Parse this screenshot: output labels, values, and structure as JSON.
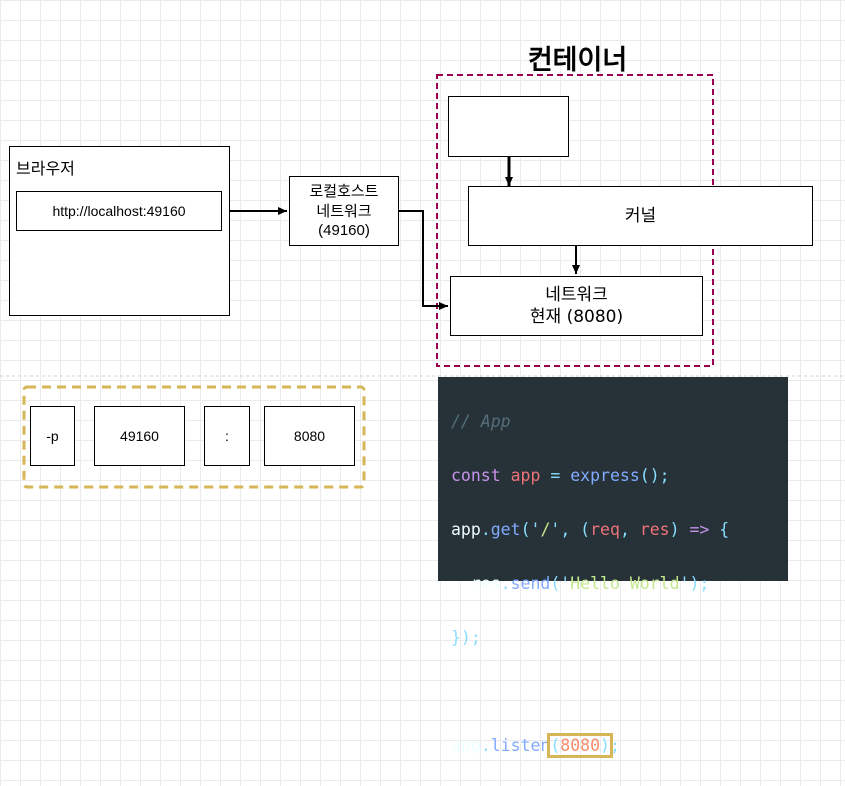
{
  "container": {
    "title": "컨테이너"
  },
  "browser": {
    "label": "브라우저",
    "url": "http://localhost:49160"
  },
  "localhost_network": {
    "line1": "로컬호스트",
    "line2": "네트워크",
    "line3": "(49160)"
  },
  "kernel": {
    "label": "커널"
  },
  "container_network": {
    "line1": "네트워크",
    "line2": "현재 (8080)"
  },
  "port_mapping": {
    "flag": "-p",
    "host_port": "49160",
    "separator": ":",
    "container_port": "8080"
  },
  "code": {
    "comment": "// App",
    "l2_kw": "const",
    "l2_var": "app",
    "l2_eq": " = ",
    "l2_fn": "express",
    "l2_end": "();",
    "l3_obj": "app",
    "l3_dot": ".",
    "l3_fn": "get",
    "l3_p1": "(",
    "l3_q1": "'",
    "l3_str": "/",
    "l3_q2": "'",
    "l3_comma": ", (",
    "l3_req": "req",
    "l3_c2": ", ",
    "l3_res": "res",
    "l3_close": ") ",
    "l3_arrow": "=>",
    "l3_brace": " {",
    "l4_obj": "  res",
    "l4_dot": ".",
    "l4_fn": "send",
    "l4_p1": "(",
    "l4_q1": "'",
    "l4_str": "Hello World",
    "l4_q2": "'",
    "l4_end": ");",
    "l5": "});",
    "l7_obj": "app",
    "l7_dot": ".",
    "l7_fn": "listen",
    "l7_p1": "(",
    "l7_num": "8080",
    "l7_p2": ")",
    "l7_end": ";"
  },
  "colors": {
    "container_border": "#99004d",
    "port_group_border": "#d6b656",
    "code_bg": "#263238"
  }
}
